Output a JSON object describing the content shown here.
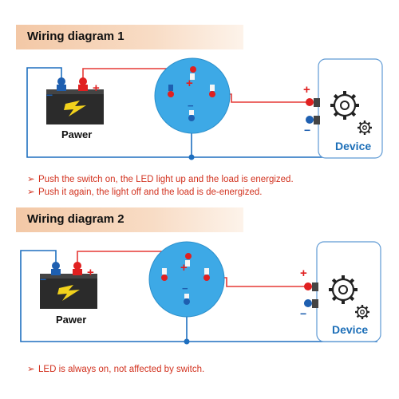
{
  "diagram1": {
    "title": "Wiring diagram 1",
    "power_label": "Pawer",
    "device_label": "Device",
    "notes": [
      "Push the switch on, the LED light up and the load is energized.",
      "Push it again, the light off and the load is de-energized."
    ]
  },
  "diagram2": {
    "title": "Wiring diagram 2",
    "power_label": "Pawer",
    "device_label": "Device",
    "notes": [
      "LED is always on, not affected by switch."
    ]
  },
  "symbols": {
    "plus": "+",
    "minus": "−",
    "bullet": "➢"
  },
  "colors": {
    "positive_wire": "#e53935",
    "negative_wire": "#1e6fbf",
    "switch_face": "#3da9e6",
    "terminal_red": "#e02020",
    "terminal_blue": "#1e5fb0",
    "device_border": "#5f9ad4",
    "note_text": "#d2321f"
  }
}
